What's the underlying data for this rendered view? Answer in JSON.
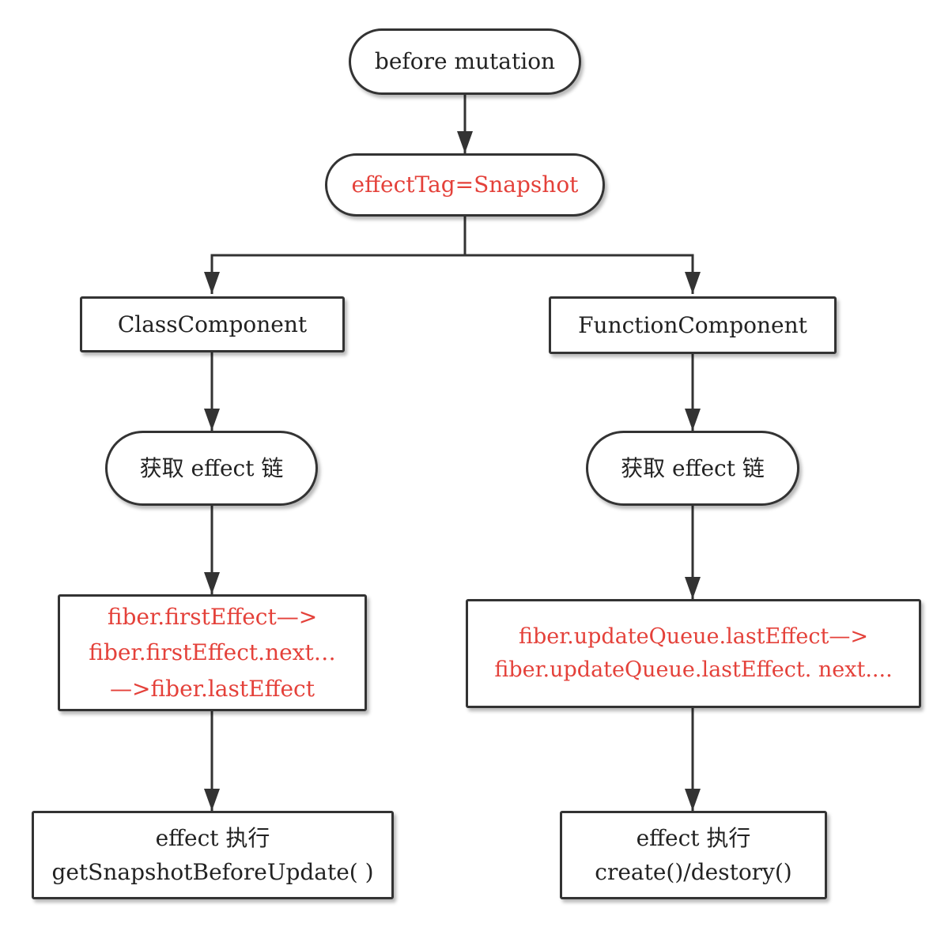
{
  "nodes": {
    "start": "before mutation",
    "tag": "effectTag=Snapshot",
    "class_component": "ClassComponent",
    "function_component": "FunctionComponent",
    "class_get_chain": "获取 effect 链",
    "func_get_chain": "获取 effect 链",
    "class_chain_lines": [
      "fiber.firstEffect—>",
      "fiber.firstEffect.next…",
      "—>fiber.lastEffect"
    ],
    "func_chain_lines": [
      "fiber.updateQueue.lastEffect—>",
      "fiber.updateQueue.lastEffect. next...."
    ],
    "class_exec_lines": [
      "effect 执行",
      "getSnapshotBeforeUpdate( )"
    ],
    "func_exec_lines": [
      "effect 执行",
      "create()/destory()"
    ]
  },
  "colors": {
    "stroke": "#333333",
    "highlight": "#e4413a",
    "text": "#222222"
  }
}
